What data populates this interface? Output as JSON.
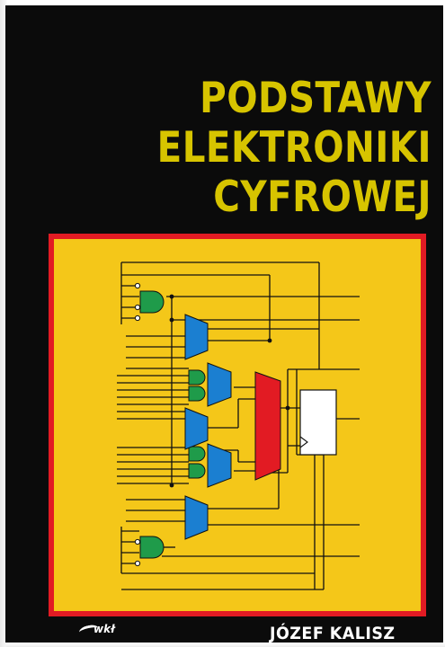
{
  "cover": {
    "title_lines": [
      "PODSTAWY",
      "ELEKTRONIKI",
      "CYFROWEJ"
    ],
    "author": "JÓZEF KALISZ",
    "publisher_logo": "wkł"
  },
  "colors": {
    "background": "#0b0b0b",
    "title": "#d7c400",
    "frame": "#e21b23",
    "panel": "#f4c719",
    "mux": "#1b7fd1",
    "gate": "#1f9b4a",
    "main_mux": "#e21b23",
    "register": "#ffffff",
    "text_light": "#ffffff"
  },
  "illustration": {
    "icon": "digital-logic-circuit-diagram"
  }
}
